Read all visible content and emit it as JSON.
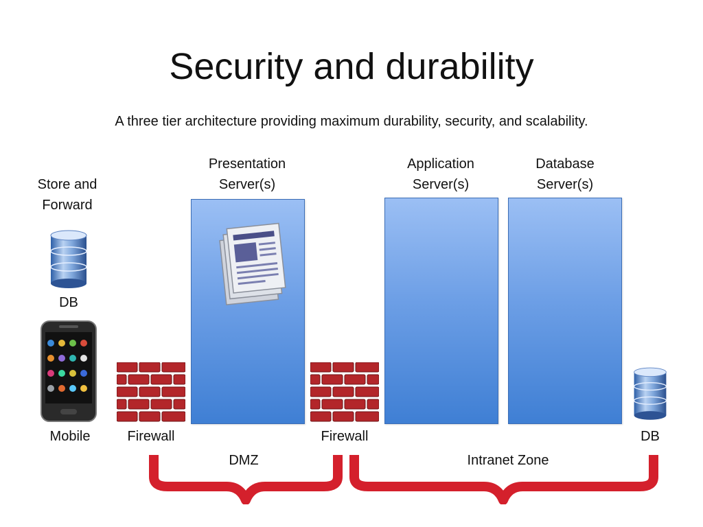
{
  "title": "Security and durability",
  "subtitle": "A three tier architecture providing maximum durability, security, and scalability.",
  "labels": {
    "store_forward": [
      "Store and",
      "Forward"
    ],
    "presentation": [
      "Presentation",
      "Server(s)"
    ],
    "application": [
      "Application",
      "Server(s)"
    ],
    "database": [
      "Database",
      "Server(s)"
    ],
    "db_left": "DB",
    "db_right": "DB",
    "mobile": "Mobile",
    "firewall_left": "Firewall",
    "firewall_right": "Firewall",
    "dmz": "DMZ",
    "intranet": "Intranet Zone"
  },
  "icons": {
    "database": "database-cylinder-icon",
    "mobile": "smartphone-icon",
    "firewall": "brick-wall-icon",
    "documents": "documents-stack-icon"
  },
  "colors": {
    "server_top": "#9bbff4",
    "server_bottom": "#3f7fd4",
    "brick": "#b3262a",
    "brace": "#d4202c"
  }
}
